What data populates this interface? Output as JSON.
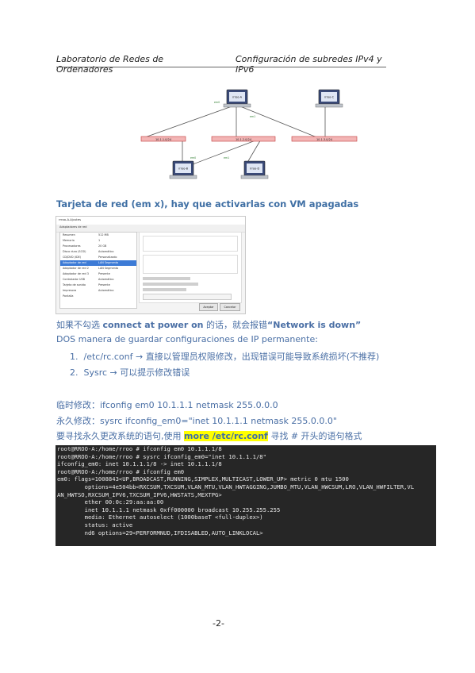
{
  "header": {
    "left": "Laboratorio de Redes de Ordenadores",
    "right": "Configuración de subredes IPv4 y IPv6"
  },
  "diagram": {
    "pc_labels": [
      "rrroo-A",
      "rrroo-C",
      "rrroo-B",
      "rrroo-D"
    ],
    "link_labels": [
      "em0",
      "em1",
      "em0",
      "em1"
    ],
    "net_labels": [
      "10.1.1.0/24",
      "10.1.2.0/24",
      "10.1.3.0/24"
    ]
  },
  "section1_title": "Tarjeta de red (em x), hay que activarlas con VM apagadas",
  "vm_dialog": {
    "title": "rrroo-A-Ajustes",
    "tab": "Adaptadores de red",
    "side_items": [
      "Resumen",
      "Memoria",
      "Procesadores",
      "Disco duro (SCSI)",
      "CD/DVD (IDE)",
      "Adaptador de red",
      "Adaptador de red 2",
      "Adaptador de red 3",
      "Controlador USB",
      "Tarjeta de sonido",
      "Impresora",
      "Pantalla"
    ],
    "side_values": [
      "512 MB",
      "1",
      "20 GB",
      "Automático",
      "Personalizado",
      "LAN Segmento",
      "LAN Segmento",
      "Presente",
      "Automático",
      "Presente",
      "Automático",
      ""
    ],
    "ok": "Aceptar",
    "cancel": "Cancelar"
  },
  "para1": {
    "pre": "如果不勾选 ",
    "bold1": "connect at power on",
    "mid": " 的话，就会报错",
    "bold2": "“Network is down”"
  },
  "para2": "DOS manera de guardar configuraciones de IP permanente:",
  "list": [
    {
      "num": "1.",
      "text": "/etc/rc.conf → 直接以管理员权限修改，出现错误可能导致系统损坏(不推荐)"
    },
    {
      "num": "2.",
      "text": "Sysrc → 可以提示修改错误"
    }
  ],
  "temp_line": "临时修改：ifconfig em0 10.1.1.1 netmask 255.0.0.0",
  "perm_line": "永久修改：sysrc ifconfig_em0=\"inet 10.1.1.1 netmask 255.0.0.0\"",
  "find_line": {
    "pre": "要寻找永久更改系统的语句,使用 ",
    "cmd": "more /etc/rc.conf",
    "post": " 寻找 # 开头的语句格式"
  },
  "terminal": [
    "root@RROO-A:/home/rroo # ifconfig em0 10.1.1.1/8",
    "root@RROO-A:/home/rroo # sysrc ifconfig_em0=\"inet 10.1.1.1/8\"",
    "ifconfig_em0: inet 10.1.1.1/8 -> inet 10.1.1.1/8",
    "root@RROO-A:/home/rroo # ifconfig em0",
    "em0: flags=1008843<UP,BROADCAST,RUNNING,SIMPLEX,MULTICAST,LOWER_UP> metric 0 mtu 1500",
    "        options=4e504bb<RXCSUM,TXCSUM,VLAN_MTU,VLAN_HWTAGGING,JUMBO_MTU,VLAN_HWCSUM,LRO,VLAN_HWFILTER,VL",
    "AN_HWTSO,RXCSUM_IPV6,TXCSUM_IPV6,HWSTATS,MEXTPG>",
    "        ether 00:0c:29:aa:aa:00",
    "        inet 10.1.1.1 netmask 0xff000000 broadcast 10.255.255.255",
    "        media: Ethernet autoselect (1000baseT <full-duplex>)",
    "        status: active",
    "        nd6 options=29<PERFORMNUD,IFDISABLED,AUTO_LINKLOCAL>"
  ],
  "page_number": "-2-"
}
